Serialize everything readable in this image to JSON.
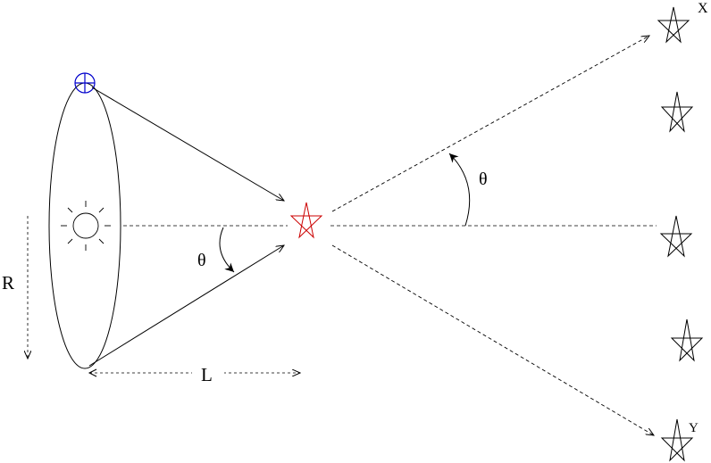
{
  "labels": {
    "x_star": "X",
    "y_star": "Y",
    "angle_right": "θ",
    "angle_left": "θ",
    "radius": "R",
    "distance": "L"
  },
  "colors": {
    "line": "#000000",
    "earth_symbol": "#0000cc",
    "lens_star": "#cc0000"
  },
  "icons": {
    "earth": "earth-symbol-icon",
    "sun": "sun-icon",
    "lens_star": "pentagram-star-icon",
    "background_star": "pentagram-star-icon"
  }
}
